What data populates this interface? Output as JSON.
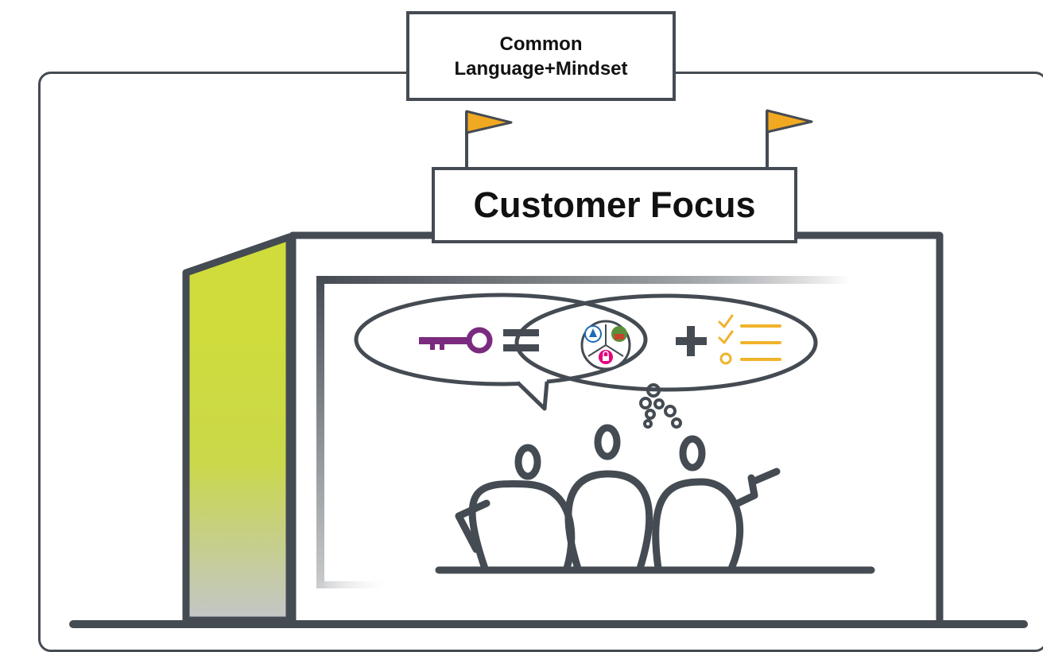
{
  "labels": {
    "top_line1": "Common",
    "top_line2": "Language+Mindset",
    "focus_title": "Customer Focus"
  },
  "colors": {
    "outline": "#454b52",
    "flag": "#f2a922",
    "key": "#7b2b7f",
    "checklist": "#f0b32b",
    "door_gradient": [
      "#cfdc3c",
      "#c3c6c9"
    ],
    "lock_pink": "#e5007e",
    "badge_blue": "#1f6bb5",
    "badge_green": "#5b8f3a",
    "badge_red": "#c8432b"
  },
  "icons": [
    "key-icon",
    "equals-icon",
    "venn-badge-icon",
    "plus-icon",
    "checklist-icon",
    "flag-icon",
    "person-icon"
  ]
}
